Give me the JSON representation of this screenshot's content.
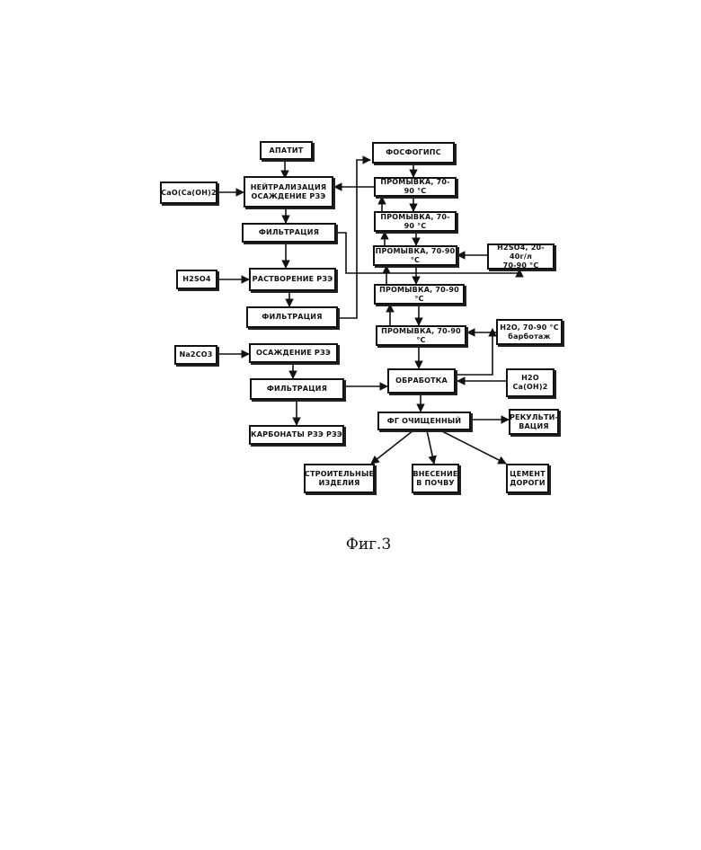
{
  "figure": {
    "caption": "Фиг.3",
    "boxes": {
      "apatit": "АПАТИТ",
      "cao": "CaO(Ca(OH)2",
      "neutral": "НЕЙТРАЛИЗАЦИЯ\nОСАЖДЕНИЕ РЗЭ",
      "filtr1": "ФИЛЬТРАЦИЯ",
      "h2so4_left": "H2SO4",
      "rastvor": "РАСТВОРЕНИЕ РЗЭ",
      "filtr2": "ФИЛЬТРАЦИЯ",
      "na2co3": "Na2CO3",
      "osazhd": "ОСАЖДЕНИЕ РЗЭ",
      "filtr3": "ФИЛЬТРАЦИЯ",
      "karbonaty": "КАРБОНАТЫ РЗЭ РЗЭ",
      "fosfogips": "ФОСФОГИПС",
      "prom1": "ПРОМЫВКА, 70-90 °С",
      "prom2": "ПРОМЫВКА, 70-90 °С",
      "prom3": "ПРОМЫВКА, 70-90 °С",
      "h2so4_right": "H2SO4, 20-40г/л\n70-90 °С",
      "prom4": "ПРОМЫВКА, 70-90 °С",
      "prom5": "ПРОМЫВКА, 70-90 °С",
      "h2o_barb": "H2O, 70-90 °С\nбарботаж",
      "obrabotka": "ОБРАБОТКА",
      "h2o_caoh": "H2O\nCa(OH)2",
      "fg_clean": "ФГ ОЧИЩЕННЫЙ",
      "rekult": "РЕКУЛЬТИ-\nВАЦИЯ",
      "stroit": "СТРОИТЕЛЬНЫЕ\nИЗДЕЛИЯ",
      "vnesenie": "ВНЕСЕНИЕ\nВ ПОЧВУ",
      "cement": "ЦЕМЕНТ\nДОРОГИ"
    }
  }
}
